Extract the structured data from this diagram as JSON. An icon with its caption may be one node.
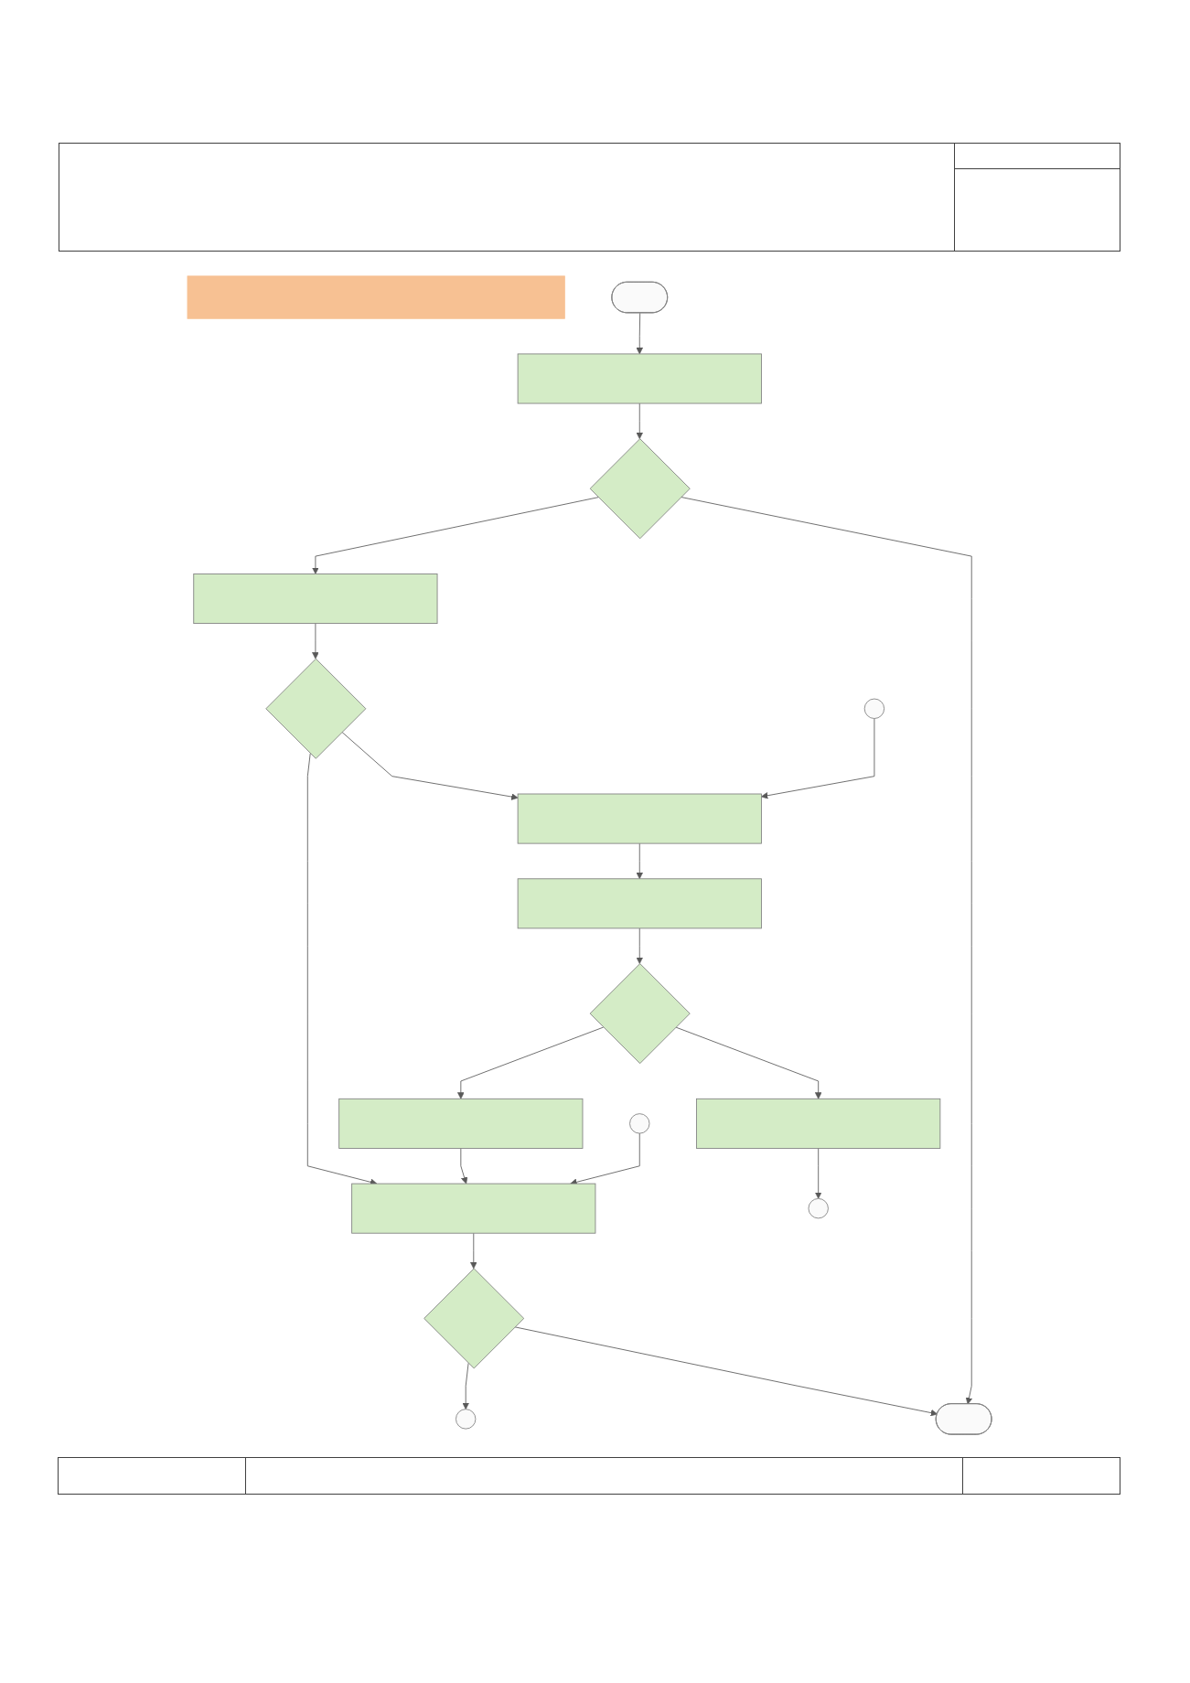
{
  "diagram": {
    "nodes": [
      {
        "text": [],
        "shape": "bar"
      },
      {
        "text": [],
        "shape": "stadium"
      },
      {
        "text": [],
        "shape": "box"
      },
      {
        "text": [],
        "shape": "diamond"
      },
      {
        "text": [],
        "shape": "box"
      },
      {
        "text": [],
        "shape": "diamond"
      },
      {
        "text": [],
        "shape": "circle"
      },
      {
        "text": [],
        "shape": "box"
      },
      {
        "text": [],
        "shape": "box"
      },
      {
        "text": [],
        "shape": "circle"
      },
      {
        "text": [],
        "shape": "diamond"
      },
      {
        "text": [],
        "shape": "box"
      },
      {
        "text": [],
        "shape": "diamond"
      },
      {
        "text": [],
        "shape": "box"
      },
      {
        "text": [],
        "shape": "stadium"
      },
      {
        "text": [],
        "shape": "box"
      },
      {
        "text": [],
        "shape": "circle"
      },
      {
        "text": [],
        "shape": "circle"
      }
    ],
    "edges": [
      {
        "from": 1,
        "to": 2,
        "arrow": "to"
      },
      {
        "from": 2,
        "to": 3,
        "arrow": "to"
      },
      {
        "from": 3,
        "to": 4,
        "arrow": "to"
      },
      {
        "from": 3,
        "to": 14,
        "arrow": "to"
      },
      {
        "from": 4,
        "to": 5,
        "arrow": "to"
      },
      {
        "from": 5,
        "to": 8,
        "arrow": "to"
      },
      {
        "from": 5,
        "to": 7,
        "arrow": "to"
      },
      {
        "from": 6,
        "to": 7,
        "arrow": "to"
      },
      {
        "from": 7,
        "to": 11,
        "arrow": "to"
      },
      {
        "from": 8,
        "to": 10,
        "arrow": "to"
      },
      {
        "from": 10,
        "to": 9,
        "arrow": "to"
      },
      {
        "from": 10,
        "to": 14,
        "arrow": "to"
      },
      {
        "from": 11,
        "to": 12,
        "arrow": "to"
      },
      {
        "from": 12,
        "to": 13,
        "arrow": "to"
      },
      {
        "from": 12,
        "to": 15,
        "arrow": "to"
      },
      {
        "from": 13,
        "to": 8,
        "arrow": "to"
      },
      {
        "from": 17,
        "to": 8,
        "arrow": "to"
      },
      {
        "from": 15,
        "to": 16,
        "arrow": "to"
      }
    ]
  }
}
